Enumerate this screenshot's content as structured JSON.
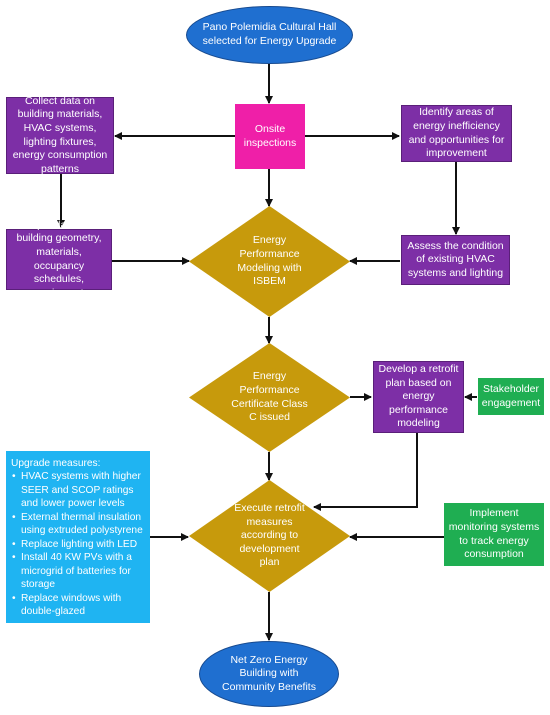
{
  "nodes": {
    "start": "Pano Polemidia Cultural Hall selected for Energy Upgrade",
    "inspections": "Onsite inspections",
    "collect": "Collect data on building materials, HVAC systems, lighting fixtures, energy consumption patterns",
    "identify": "Identify areas of energy inefficiency and opportunities for improvement",
    "input": "Input data on building geometry, materials, occupancy schedules, equipment",
    "modeling": "Energy Performance Modeling with ISBEM",
    "assess": "Assess the condition of existing HVAC systems and lighting",
    "certificate": "Energy Performance Certificate Class C issued",
    "retrofit_plan": "Develop a retrofit plan based on energy performance modeling",
    "stakeholder": "Stakeholder engagement",
    "execute": "Execute retrofit measures according to development plan",
    "monitoring": "Implement monitoring systems to track energy consumption",
    "end": "Net Zero Energy Building with Community Benefits"
  },
  "upgrade": {
    "heading": "Upgrade measures:",
    "items": [
      "HVAC systems with higher SEER and SCOP ratings and lower power levels",
      "External thermal insulation using extruded polystyrene",
      "Replace lighting with LED",
      "Install 40 KW PVs with a microgrid of batteries for storage",
      "Replace windows with double-glazed"
    ]
  },
  "colors": {
    "ellipse": "#1f6fd0",
    "pink": "#ef1fa8",
    "purple": "#7d2fa6",
    "diamond": "#c79a0c",
    "green": "#1fae52",
    "blue": "#1fb4f2",
    "arrow": "#111111"
  }
}
